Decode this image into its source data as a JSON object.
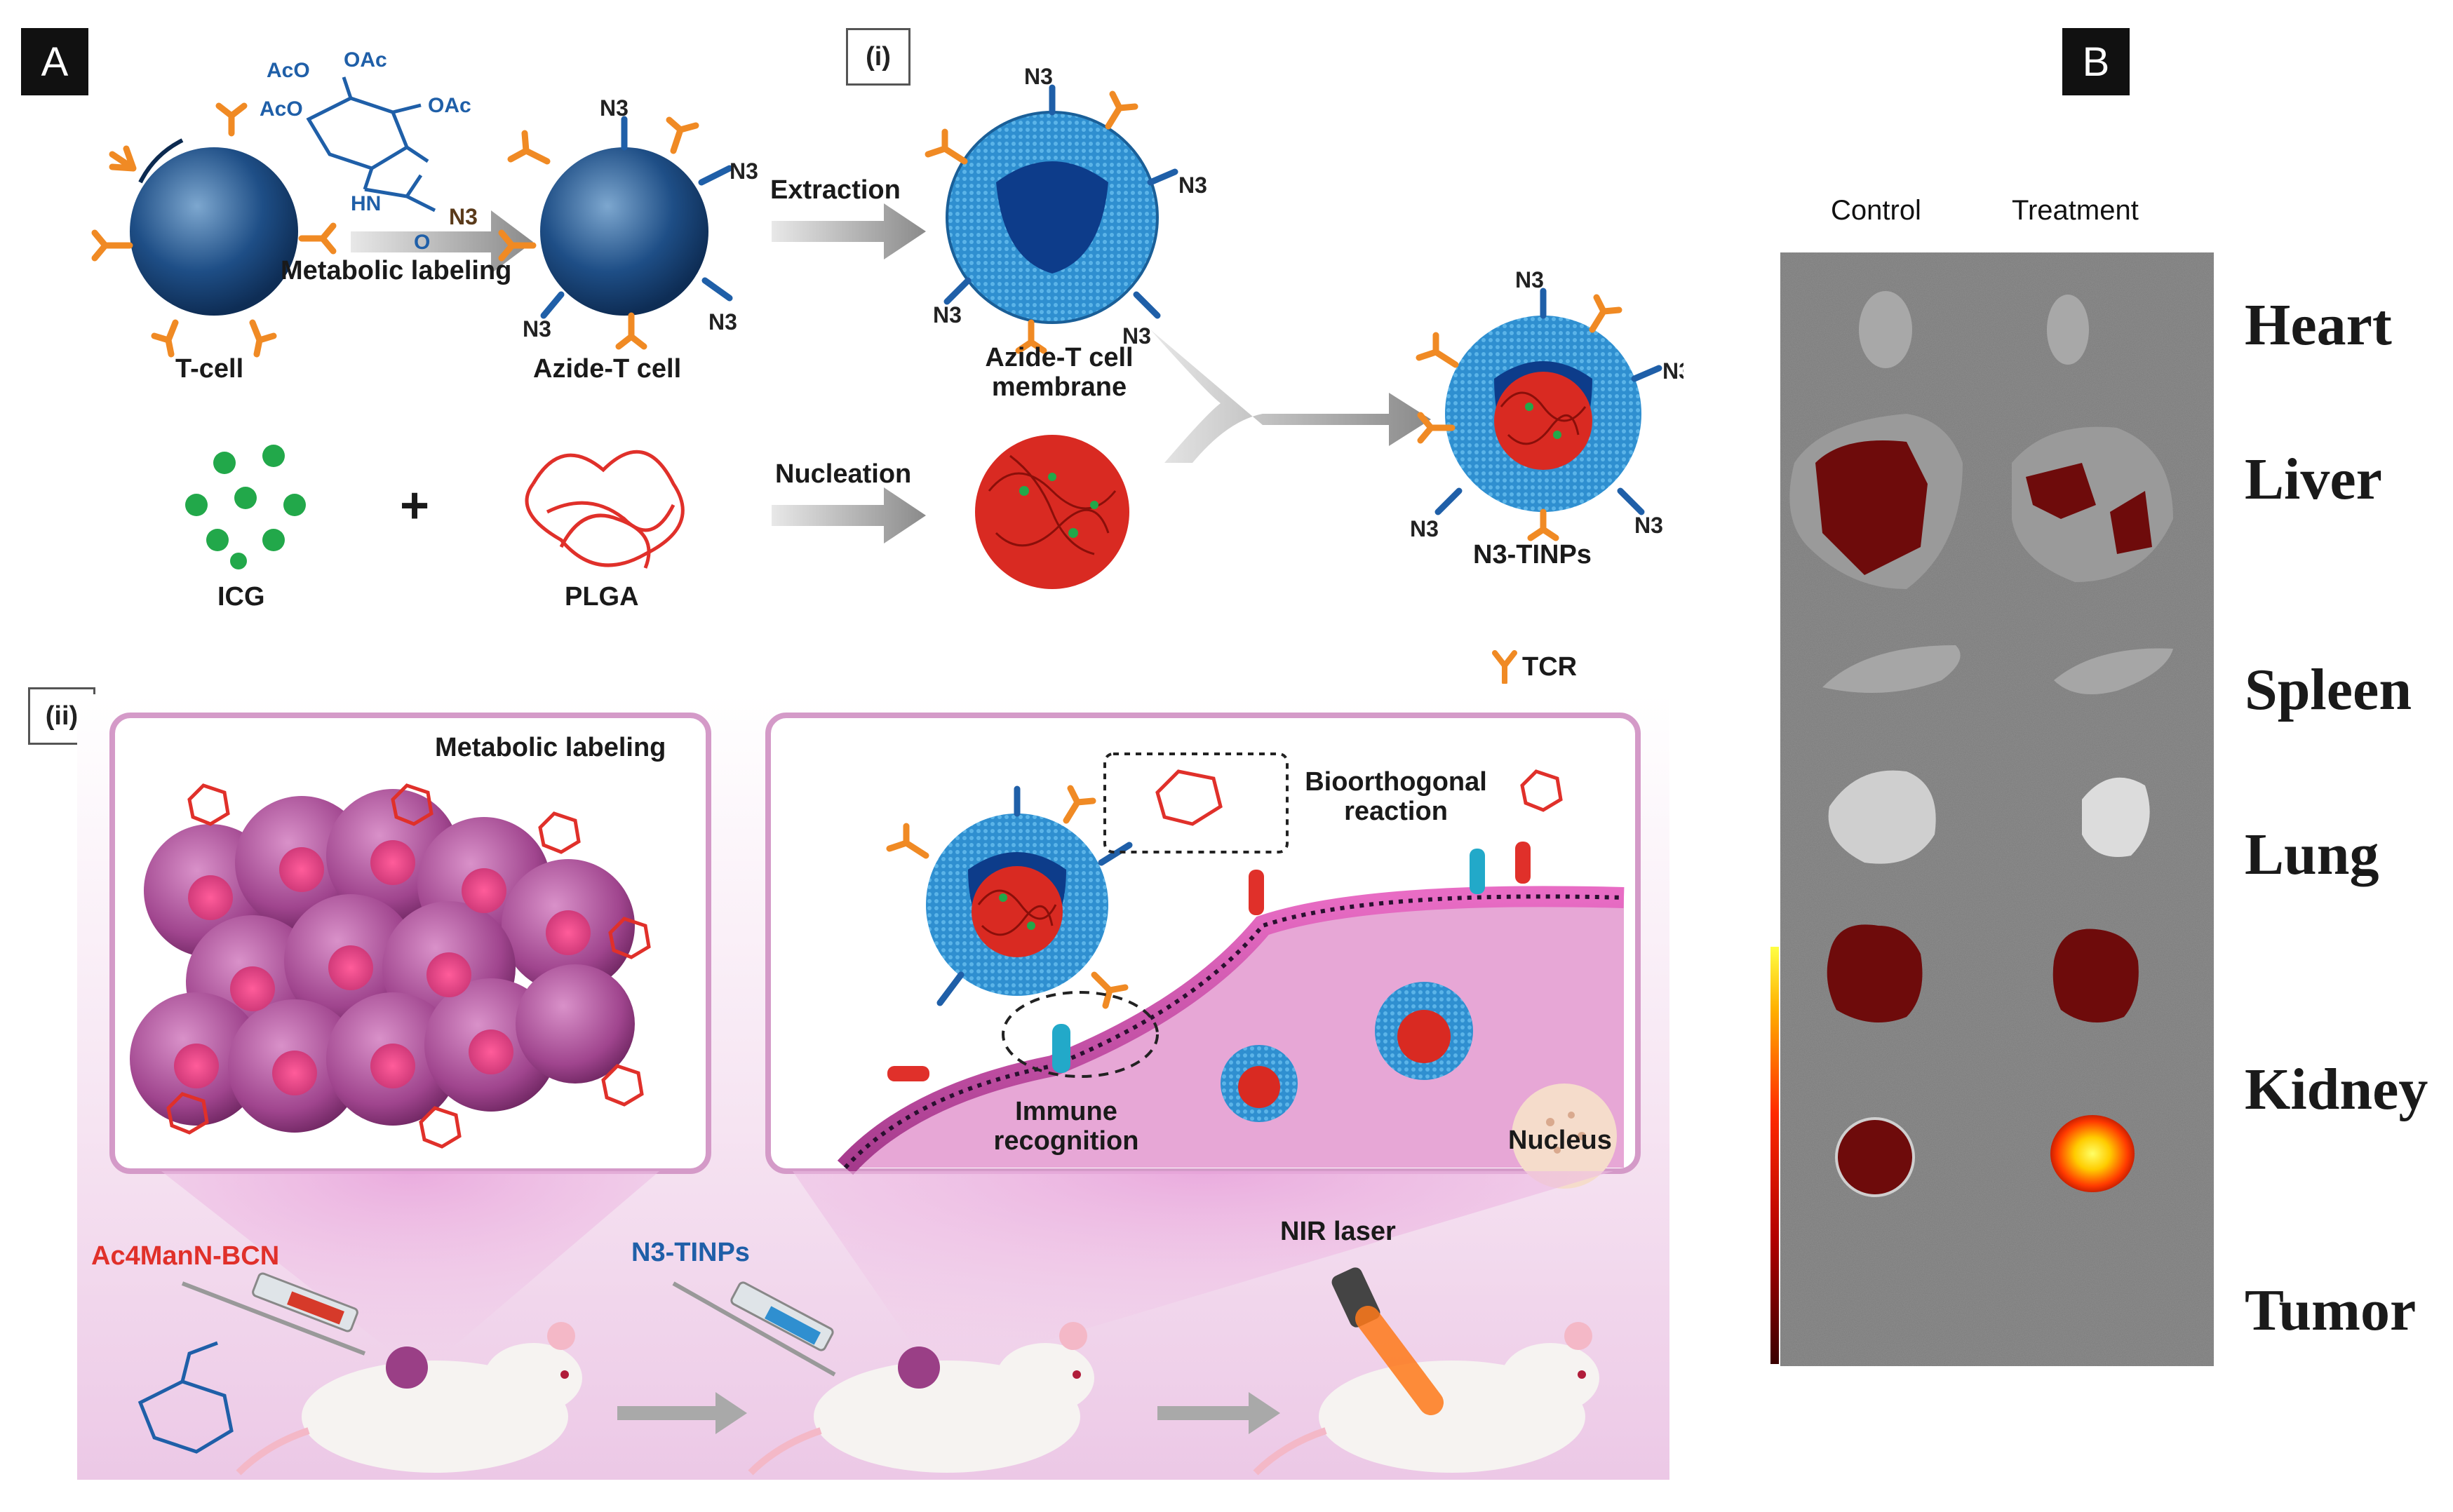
{
  "panelA": {
    "badge": "A",
    "section_i_label": "(i)",
    "section_ii_label": "(ii)",
    "labels": {
      "t_cell": "T-cell",
      "metabolic_labeling": "Metabolic labeling",
      "azide_t_cell": "Azide-T cell",
      "extraction": "Extraction",
      "azide_t_cell_membrane": "Azide-T cell\nmembrane",
      "nucleation": "Nucleation",
      "icg": "ICG",
      "plus": "+",
      "plga": "PLGA",
      "n3_tinps": "N3-TINPs",
      "tcr": "TCR",
      "metabolic_labeling_box": "Metabolic labeling",
      "bioorthogonal_reaction": "Bioorthogonal\nreaction",
      "immune_recognition": "Immune\nrecognition",
      "nucleus": "Nucleus",
      "ac4mann_bcn": "Ac4ManN-BCN",
      "n3_tinps_syringe": "N3-TINPs",
      "nir_laser": "NIR laser",
      "n3_group": "N3",
      "aco": "AcO",
      "oac": "OAc",
      "hn": "HN",
      "o": "O"
    }
  },
  "panelB": {
    "badge": "B",
    "columns": [
      "Control",
      "Treatment"
    ],
    "organs": [
      "Heart",
      "Liver",
      "Spleen",
      "Lung",
      "Kidney",
      "Tumor"
    ],
    "colorbar": {
      "top": "#ffff44",
      "middle": "#ff2a00",
      "bottom": "#3a0000"
    }
  },
  "colors": {
    "tcr_orange": "#f08a24",
    "azide_blue": "#1f5fa8",
    "membrane_blue": "#2f8fd0",
    "plga_red": "#e0302a",
    "icg_green": "#22a84a",
    "cell_pink": "#b04a9a",
    "bg_pink": "#f1d3ea"
  }
}
